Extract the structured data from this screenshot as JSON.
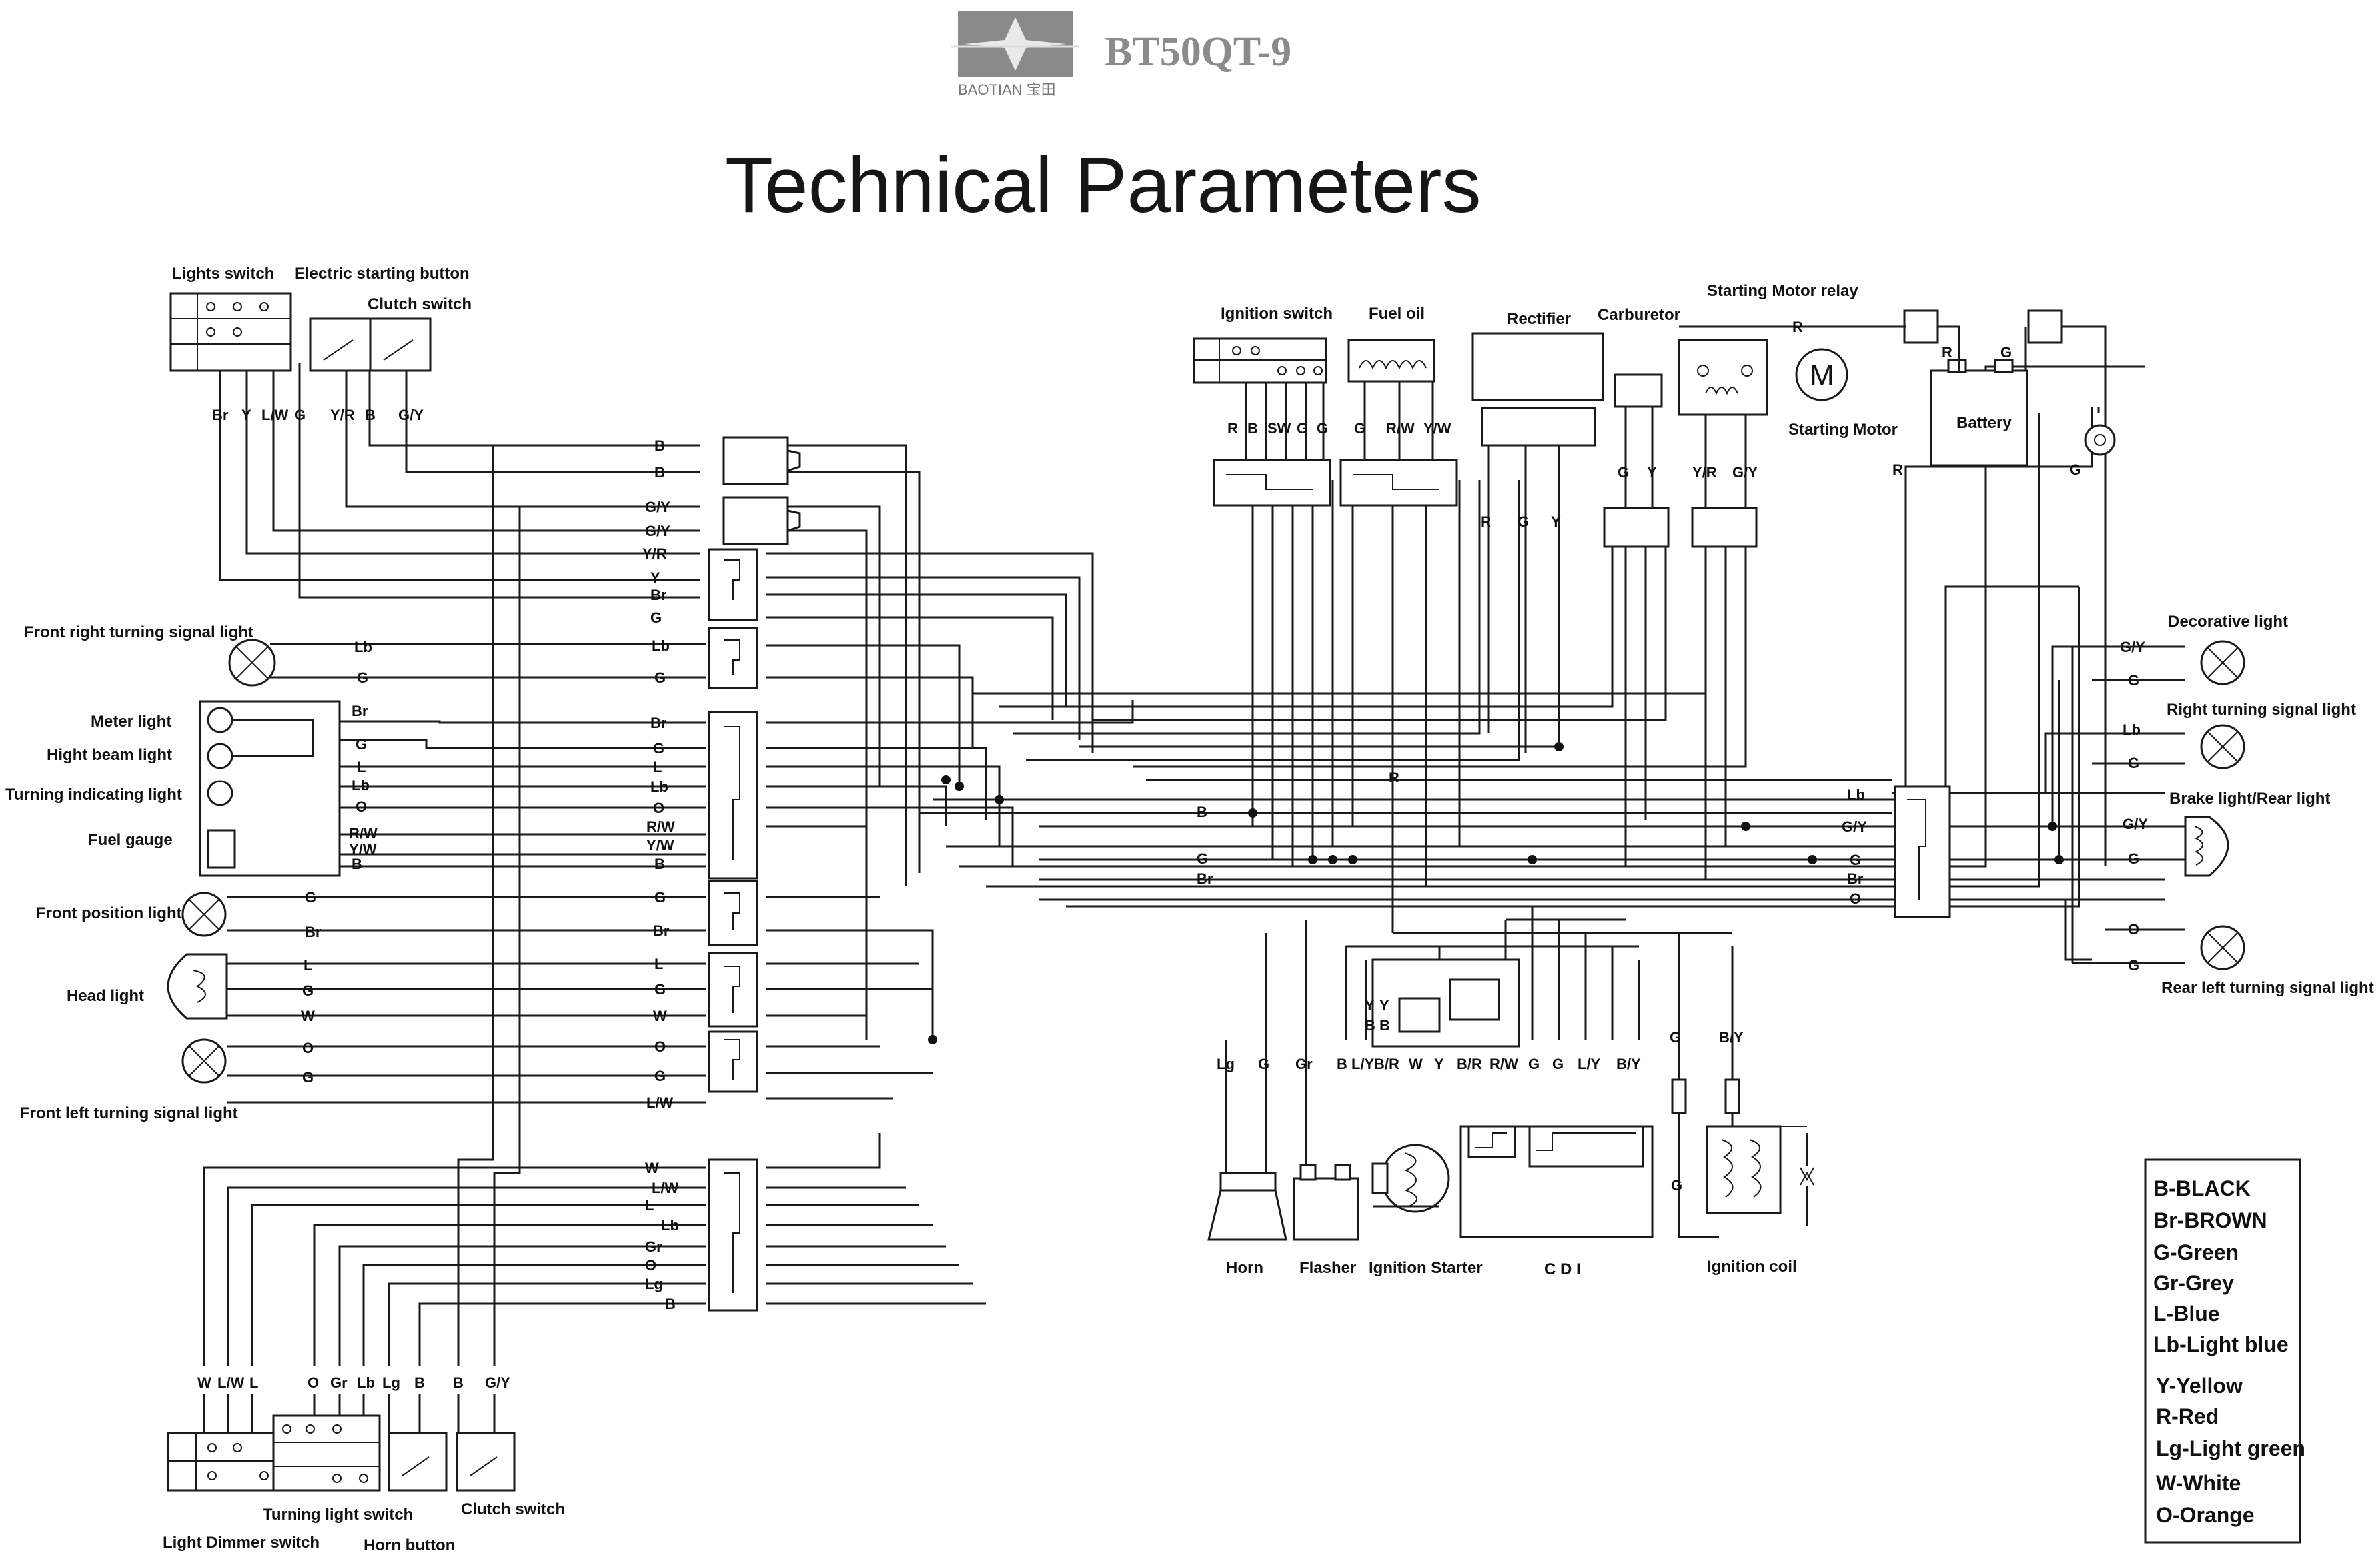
{
  "header": {
    "brand": "BAOTIAN 宝田",
    "model": "BT50QT-9",
    "title": "Technical Parameters"
  },
  "components": {
    "lights_switch": "Lights switch",
    "electric_starting_button": "Electric starting button",
    "clutch_switch_top": "Clutch switch",
    "ignition_switch": "Ignition switch",
    "fuel_oil": "Fuel oil",
    "rectifier": "Rectifier",
    "carburetor": "Carburetor",
    "starting_motor_relay": "Starting Motor relay",
    "starting_motor": "Starting Motor",
    "battery": "Battery",
    "front_right_turning_signal_light": "Front right turning signal light",
    "meter_light": "Meter light",
    "hight_beam_light": "Hight beam light",
    "turning_indicating_light": "Turning indicating light",
    "fuel_gauge": "Fuel gauge",
    "front_position_light": "Front position light",
    "head_light": "Head light",
    "front_left_turning_signal_light": "Front left turning signal light",
    "decorative_light": "Decorative light",
    "right_turning_signal_light": "Right turning signal light",
    "brake_rear_light": "Brake light/Rear light",
    "rear_left_turning_signal_light": "Rear left turning signal light",
    "horn": "Horn",
    "flasher": "Flasher",
    "ignition_starter": "Ignition Starter",
    "cdi": "C D I",
    "ignition_coil": "Ignition coil",
    "turning_light_switch": "Turning light switch",
    "clutch_switch_bottom": "Clutch switch",
    "light_dimmer_switch": "Light Dimmer switch",
    "horn_button": "Horn button"
  },
  "wire_labels": {
    "top_left": [
      "Br",
      "Y",
      "L/W",
      "G",
      "Y/R",
      "B",
      "G/Y"
    ],
    "connector_left": [
      "B",
      "B",
      "G/Y",
      "G/Y",
      "Y/R",
      "Y",
      "Br",
      "G",
      "Lb",
      "G",
      "Br",
      "G",
      "L",
      "Lb",
      "O",
      "R/W",
      "Y/W",
      "B",
      "G",
      "Br",
      "L",
      "G",
      "W",
      "O",
      "G",
      "L/W"
    ],
    "connector_lower": [
      "W",
      "L/W",
      "L",
      "Lb",
      "Gr",
      "O",
      "Lg",
      "B"
    ],
    "left_lamps": [
      "Lb",
      "G",
      "Br",
      "G",
      "L",
      "Lb",
      "O",
      "R/W",
      "Y/W",
      "B",
      "G",
      "Br",
      "L",
      "G",
      "W",
      "O",
      "G"
    ],
    "ignition": [
      "R",
      "B",
      "SW",
      "G",
      "G"
    ],
    "fuel": [
      "G",
      "R/W",
      "Y/W"
    ],
    "rectifier": [
      "R",
      "G",
      "Y"
    ],
    "carburetor": [
      "G",
      "Y"
    ],
    "relay": [
      "Y/R",
      "G/Y"
    ],
    "relay_top": "R",
    "battery_side": [
      "R",
      "G",
      "R",
      "G"
    ],
    "main_bus": [
      "R",
      "B",
      "G",
      "Br"
    ],
    "right_connector": [
      "Lb",
      "G/Y",
      "G",
      "Br",
      "O"
    ],
    "right_lamps": [
      "G/Y",
      "G",
      "Lb",
      "G",
      "G/Y",
      "G",
      "O",
      "G"
    ],
    "lower_mid": [
      "Lg",
      "G",
      "Gr",
      "B",
      "L/Y",
      "B/R",
      "W",
      "Y",
      "B/R",
      "R/W",
      "G",
      "G",
      "L/Y",
      "B/Y"
    ],
    "flasher_small": [
      "Y",
      "Y",
      "B",
      "B"
    ],
    "coil": [
      "G",
      "B/Y",
      "G"
    ],
    "bottom_switches": [
      "W",
      "L/W",
      "L",
      "O",
      "Gr",
      "Lb",
      "Lg",
      "B",
      "B",
      "G/Y"
    ]
  },
  "legend": [
    "B-BLACK",
    "Br-BROWN",
    "G-Green",
    "Gr-Grey",
    "L-Blue",
    "Lb-Light blue",
    "Y-Yellow",
    "R-Red",
    "Lg-Light green",
    "W-White",
    "O-Orange"
  ]
}
